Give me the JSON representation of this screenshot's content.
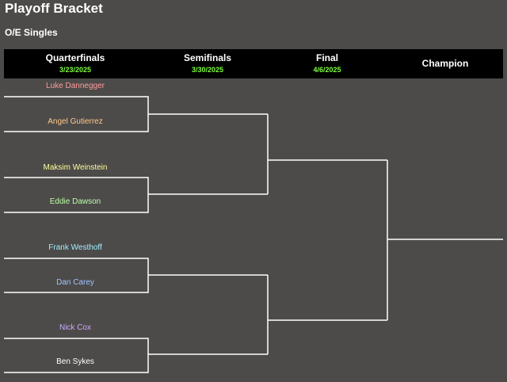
{
  "page": {
    "title": "Playoff Bracket",
    "subtitle": "O/E Singles"
  },
  "rounds": [
    {
      "name": "Quarterfinals",
      "date": "3/23/2025"
    },
    {
      "name": "Semifinals",
      "date": "3/30/2025"
    },
    {
      "name": "Final",
      "date": "4/6/2025"
    },
    {
      "name": "Champion",
      "date": ""
    }
  ],
  "players": [
    {
      "name": "Luke Dannegger",
      "color": "#ff9c9c"
    },
    {
      "name": "Angel Gutierrez",
      "color": "#ffc88a"
    },
    {
      "name": "Maksim Weinstein",
      "color": "#ffff99"
    },
    {
      "name": "Eddie Dawson",
      "color": "#b9ffa8"
    },
    {
      "name": "Frank Westhoff",
      "color": "#9feeff"
    },
    {
      "name": "Dan Carey",
      "color": "#9cc4ff"
    },
    {
      "name": "Nick Cox",
      "color": "#c9a8ff"
    },
    {
      "name": "Ben Sykes",
      "color": "#ffffff"
    }
  ]
}
